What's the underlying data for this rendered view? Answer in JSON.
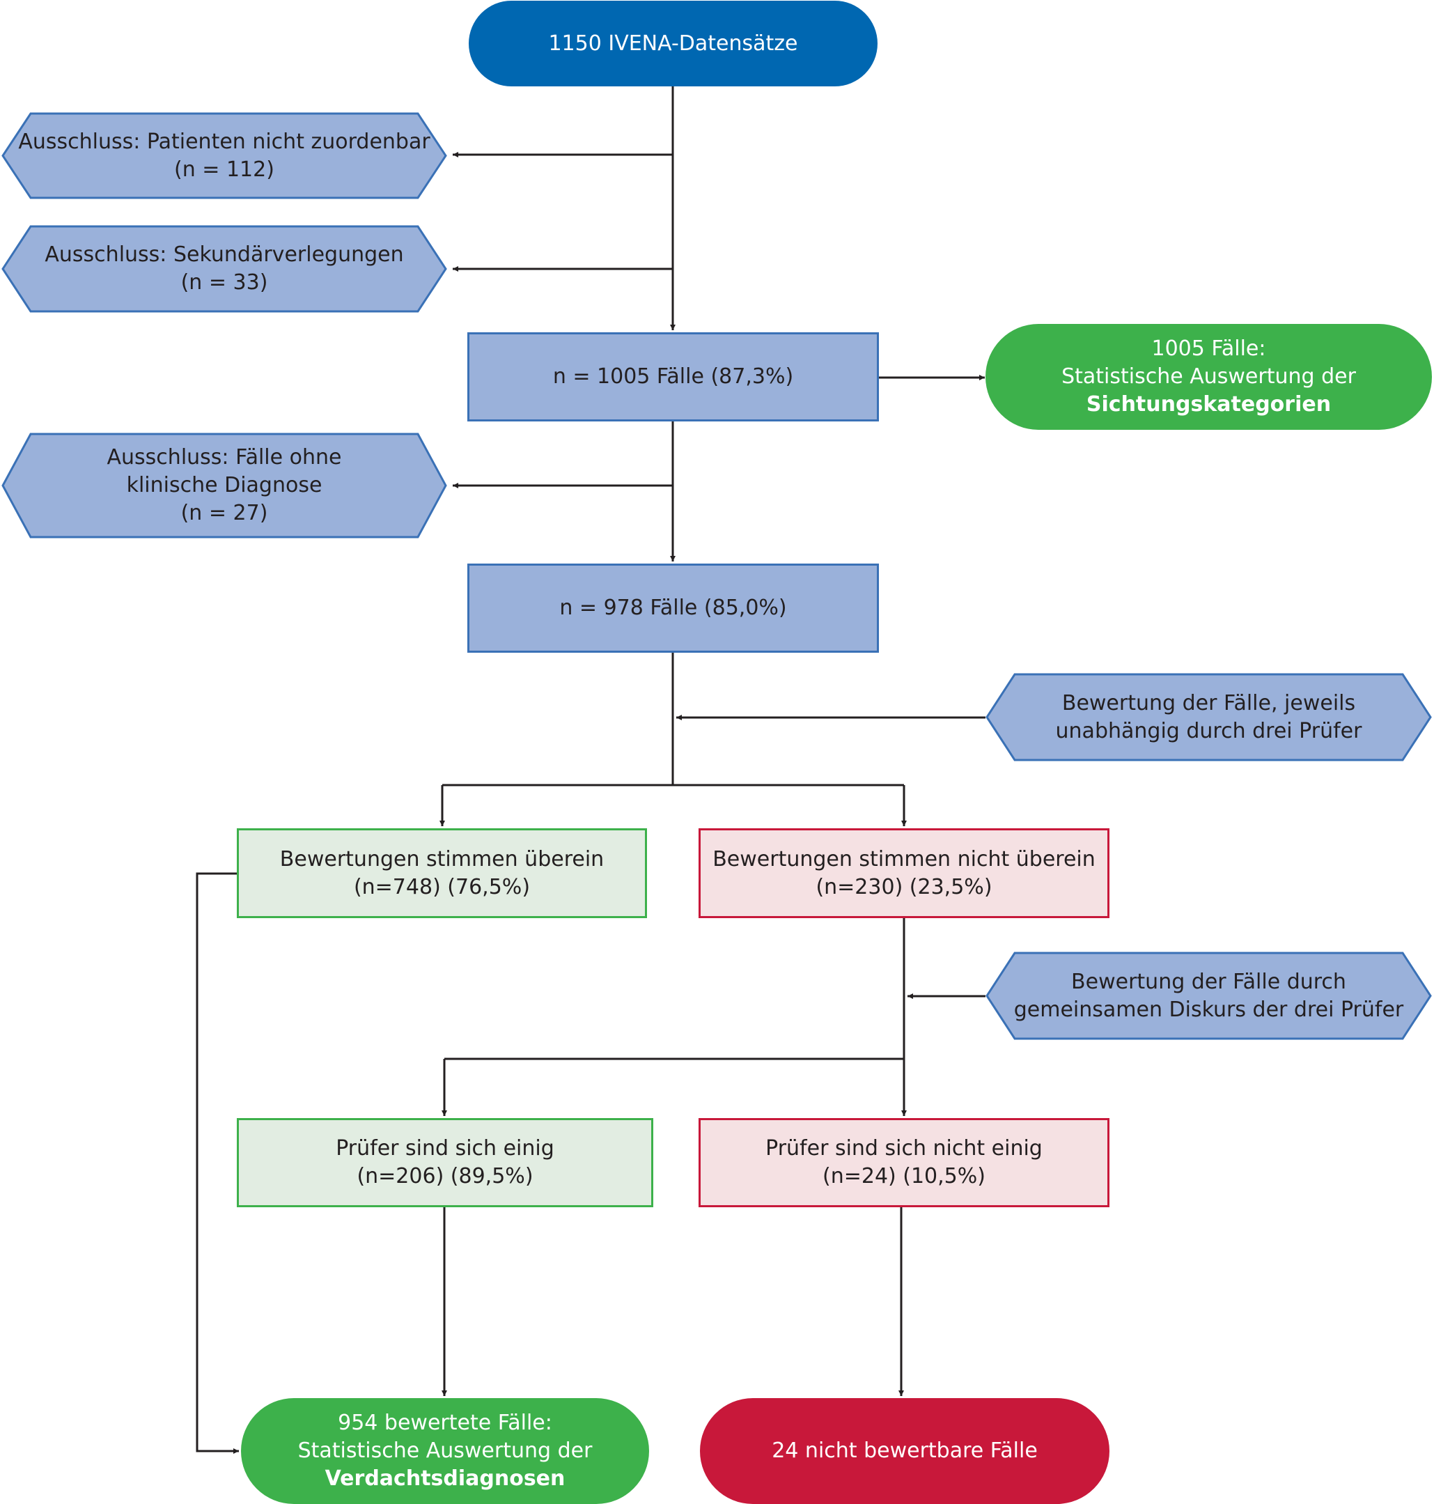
{
  "start": {
    "label": "1150 IVENA-Datensätze"
  },
  "exclusion_1": {
    "line1": "Ausschluss: Patienten nicht zuordenbar",
    "line2": "(n = 112)"
  },
  "exclusion_2": {
    "line1": "Ausschluss: Sekundärverlegungen",
    "line2": "(n = 33)"
  },
  "cases_1005": {
    "label": "n = 1005 Fälle (87,3%)"
  },
  "result_triage": {
    "line1": "1005 Fälle:",
    "line2": "Statistische Auswertung der",
    "line3": "Sichtungskategorien"
  },
  "exclusion_3": {
    "line1": "Ausschluss: Fälle ohne",
    "line2": "klinische Diagnose",
    "line3": "(n = 27)"
  },
  "cases_978": {
    "label": "n = 978 Fälle (85,0%)"
  },
  "review_independent": {
    "line1": "Bewertung der Fälle, jeweils",
    "line2": "unabhängig durch drei Prüfer"
  },
  "agree": {
    "line1": "Bewertungen stimmen überein",
    "line2": "(n=748) (76,5%)"
  },
  "disagree": {
    "line1": "Bewertungen stimmen nicht überein",
    "line2": "(n=230) (23,5%)"
  },
  "review_joint": {
    "line1": "Bewertung der Fälle durch",
    "line2": "gemeinsamen Diskurs der drei Prüfer"
  },
  "consensus": {
    "line1": "Prüfer sind sich einig",
    "line2": "(n=206) (89,5%)"
  },
  "no_consensus": {
    "line1": "Prüfer sind sich nicht einig",
    "line2": "(n=24) (10,5%)"
  },
  "result_diagnoses": {
    "line1": "954 bewertete Fälle:",
    "line2": "Statistische Auswertung der",
    "line3": "Verdachtsdiagnosen"
  },
  "result_unratable": {
    "label": "24 nicht bewertbare Fälle"
  },
  "colors": {
    "pill_blue": "#0067b1",
    "pill_green": "#3db14b",
    "pill_red": "#c8183a",
    "box_blue_fill": "#9ab1da",
    "box_blue_border": "#3a71b6",
    "box_green_fill": "#e2ede2",
    "box_red_fill": "#f5e1e3",
    "connector": "#231f20"
  }
}
